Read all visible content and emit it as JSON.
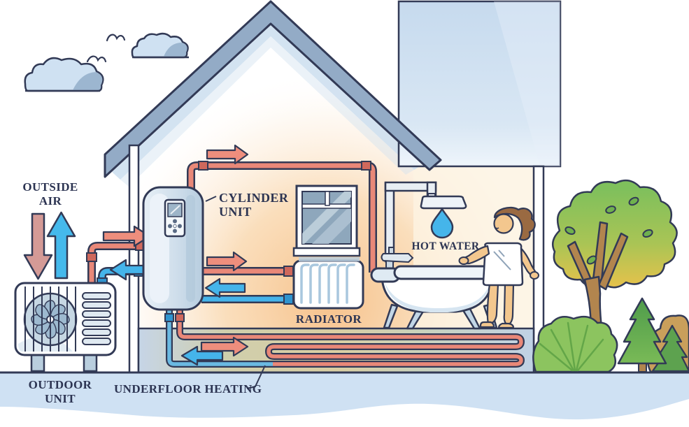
{
  "labels": {
    "outside_air_line1": "OUTSIDE",
    "outside_air_line2": "AIR",
    "outdoor_unit_line1": "OUTDOOR",
    "outdoor_unit_line2": "UNIT",
    "cylinder_unit_line1": "CYLINDER",
    "cylinder_unit_line2": "UNIT",
    "radiator": "RADIATOR",
    "hot_water": "HOT WATER",
    "underfloor_heating": "UNDERFLOOR HEATING"
  },
  "colors": {
    "outline_navy": "#323a56",
    "label_text": "#2c3452",
    "hot_pipe": "#e98878",
    "cold_pipe": "#45b4ea",
    "underfloor_cold_pipe": "#6ab9e2",
    "outside_air_down_arrow": "#d49a96",
    "outside_air_up_arrow": "#45b9ec",
    "roof": "#93abc6",
    "wall_light_blue": "#c6daee",
    "interior_glow": "#f6be85",
    "ground": "#cfe1f3",
    "tree_green": "#7fc05c",
    "tree_yellow": "#e7c24b",
    "water_drop": "#45b5ea"
  }
}
